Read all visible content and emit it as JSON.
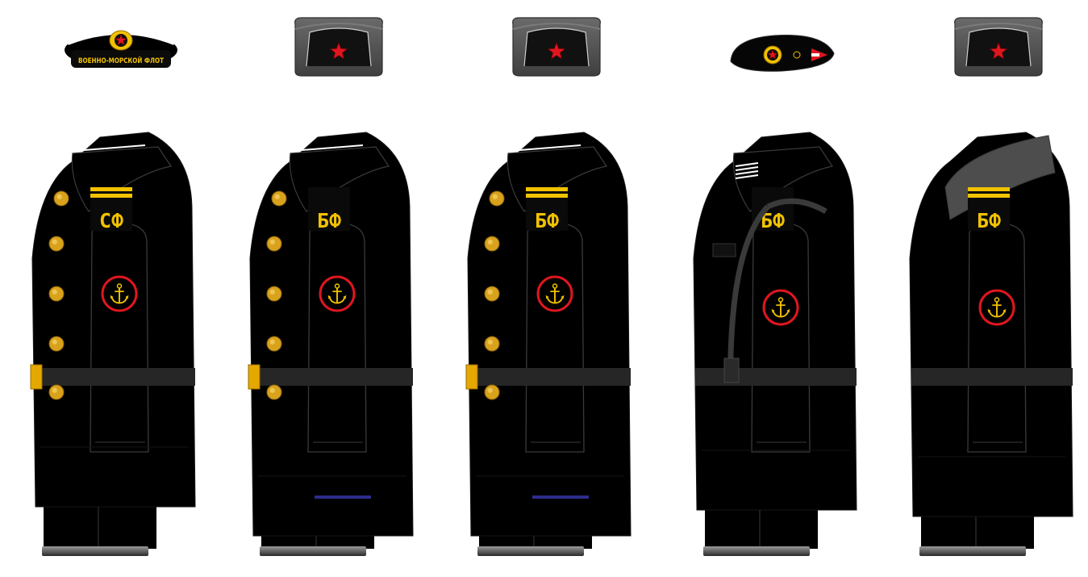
{
  "figures": [
    {
      "headwear": "peakless-cap",
      "cap_band_text": "ВОЕННО-МОРСКОЙ ФЛОТ",
      "sleeve_patch": "СФ",
      "sleeve_stripes": 2,
      "has_buttons": true,
      "has_buckle": true,
      "has_strap": false,
      "collar": "black",
      "cuff_line": false
    },
    {
      "headwear": "ushanka",
      "sleeve_patch": "БФ",
      "sleeve_stripes": 0,
      "has_buttons": true,
      "has_buckle": true,
      "has_strap": false,
      "collar": "black",
      "cuff_line": true
    },
    {
      "headwear": "ushanka",
      "sleeve_patch": "БФ",
      "sleeve_stripes": 2,
      "has_buttons": true,
      "has_buckle": true,
      "has_strap": false,
      "collar": "black",
      "cuff_line": true
    },
    {
      "headwear": "beret",
      "sleeve_patch": "БФ",
      "sleeve_stripes": 0,
      "has_buttons": false,
      "has_buckle": false,
      "has_strap": true,
      "collar": "striped",
      "cuff_line": false
    },
    {
      "headwear": "ushanka",
      "sleeve_patch": "БФ",
      "sleeve_stripes": 2,
      "has_buttons": false,
      "has_buckle": false,
      "has_strap": false,
      "collar": "grey-fur",
      "cuff_line": false
    }
  ],
  "colors": {
    "background": "#ffffff",
    "uniform": "#000000",
    "seam": "#3a3a3a",
    "gold": "#f2c200",
    "button": "#d9a21c",
    "red": "#e0161e",
    "fur": "#595959",
    "cuff_blue": "#2c2c8c"
  },
  "icons": {
    "sleeve_emblem": "anchor-icon",
    "cap_badge": "star-icon"
  }
}
